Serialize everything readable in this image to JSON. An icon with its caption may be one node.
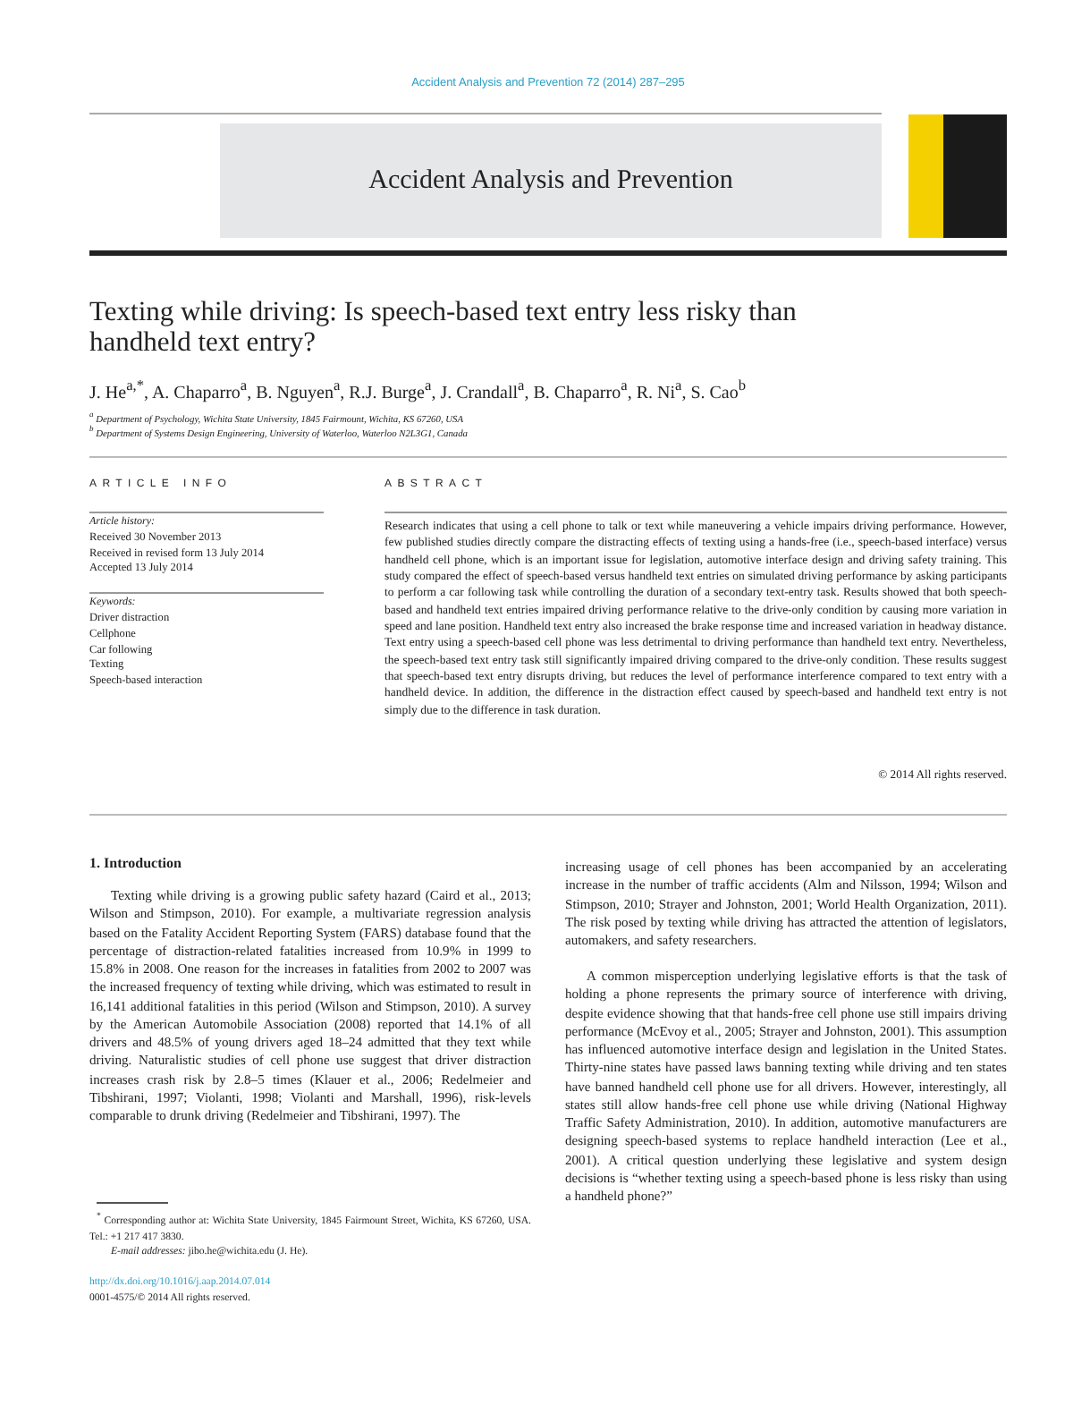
{
  "diagram": {
    "title": "Texting while driving: Is speech-based text entry less risky than handheld text entry?",
    "labels": [
      "Accident Analysis and Prevention 72 (2014) 287–295",
      "Accident Analysis and Prevention",
      "J. He$^{a,*}$, A. Chaparro$^{a}$, B. Nguyen$^{a}$, R.J. Burge$^{a}$, J. Crandall$^{a}$, B. Chaparro$^{a}$, R. Ni$^{a}$, S. Cao$^{b}$",
      "$^{a}$ Department of Psychology, Wichita State University, 1845 Fairmount, Wichita, KS 67260, USA",
      "$^{b}$ Department of Systems Design Engineering, University of Waterloo, Waterloo N2L3G1, Canada",
      "ARTICLE INFO",
      "Article history:",
      "Received 30 November 2013",
      "Received in revised form 13 July 2014",
      "Accepted 13 July 2014",
      "Keywords:",
      "Driver distraction",
      "Cellphone",
      "Car following",
      "Texting",
      "Speech-based interaction",
      "ABSTRACT",
      "Research indicates that using a cell phone to talk or text while maneuvering a vehicle impairs driving performance. However, few published studies directly compare the distracting effects of texting using a hands-free (i.e., speech-based interface) versus handheld cell phone, which is an important issue for legislation, automotive interface design and driving safety training. This study compared the effect of speech-based versus handheld text entries on simulated driving performance by asking participants to perform a car following task while controlling the duration of a secondary text-entry task. Results showed that both speech-based and handheld text entries impaired driving performance relative to the drive-only condition by causing more variation in speed and lane position. Handheld text entry also increased the brake response time and increased variation in headway distance. Text entry using a speech-based cell phone was less detrimental to driving performance than handheld text entry. Nevertheless, the speech-based text entry task still significantly impaired driving compared to the drive-only condition. These results suggest that speech-based text entry disrupts driving, but reduces the level of performance interference compared to text entry with a handheld device. In addition, the difference in the distraction effect caused by speech-based and handheld text entry is not simply due to the difference in task duration.",
      "© 2014 All rights reserved.",
      "1. Introduction",
      "Texting while driving is a growing public safety hazard (Caird et al., 2013; Wilson and Stimpson, 2010). For example, a multivariate regression analysis based on the Fatality Accident Reporting System (FARS) database found that the percentage of distraction-related fatalities increased from 10.9% in 1999 to 15.8% in 2008. One reason for the increases in fatalities from 2002 to 2007 was the increased frequency of texting while driving, which was estimated to result in 16,141 additional fatalities in this period (Wilson and Stimpson, 2010). A survey by the American Automobile Association (2008) reported that 14.1% of all drivers and 48.5% of young drivers aged 18–24 admitted that they text while driving. Naturalistic studies of cell phone use suggest that driver distraction increases crash risk by 2.8–5 times (Klauer et al., 2006; Redelmeier and Tibshirani, 1997; Violanti, 1998; Violanti and Marshall, 1996), risk-levels comparable to drunk driving (Redelmeier and Tibshirani, 1997). The",
      "$^{*}$ Corresponding author at: Wichita State University, 1845 Fairmount Street, Wichita, KS 67260, USA. Tel.: +1 217 417 3830.",
      "*E-mail addresses:* jibo.he@wichita.edu (J. He).",
      "http://dx.doi.org/10.1016/j.aap.2014.07.014",
      "0001-4575/© 2014 All rights reserved.",
      "increasing usage of cell phones has been accompanied by an accelerating increase in the number of traffic accidents (Alm and Nilsson, 1994; Wilson and Stimpson, 2010; Strayer and Johnston, 2001; World Health Organization, 2011). The risk posed by texting while driving has attracted the attention of legislators, automakers, and safety researchers.",
      "A common misperception underlying legislative efforts is that the task of holding a phone represents the primary source of interference with driving, despite evidence showing that that hands-free cell phone use still impairs driving performance (McEvoy et al., 2005; Strayer and Johnston, 2001). This assumption has influenced automotive interface design and legislation in the United States. Thirty-nine states have passed laws banning texting while driving and ten states have banned handheld cell phone use for all drivers. However, interestingly, all states still allow hands-free cell phone use while driving (National Highway Traffic Safety Administration, 2010). In addition, automotive manufacturers are designing speech-based systems to replace handheld interaction (Lee et al., 2001). A critical question underlying these legislative and system design decisions is “whether texting using a speech-based phone is less risky than using a handheld phone?”"
    ]
  }
}
